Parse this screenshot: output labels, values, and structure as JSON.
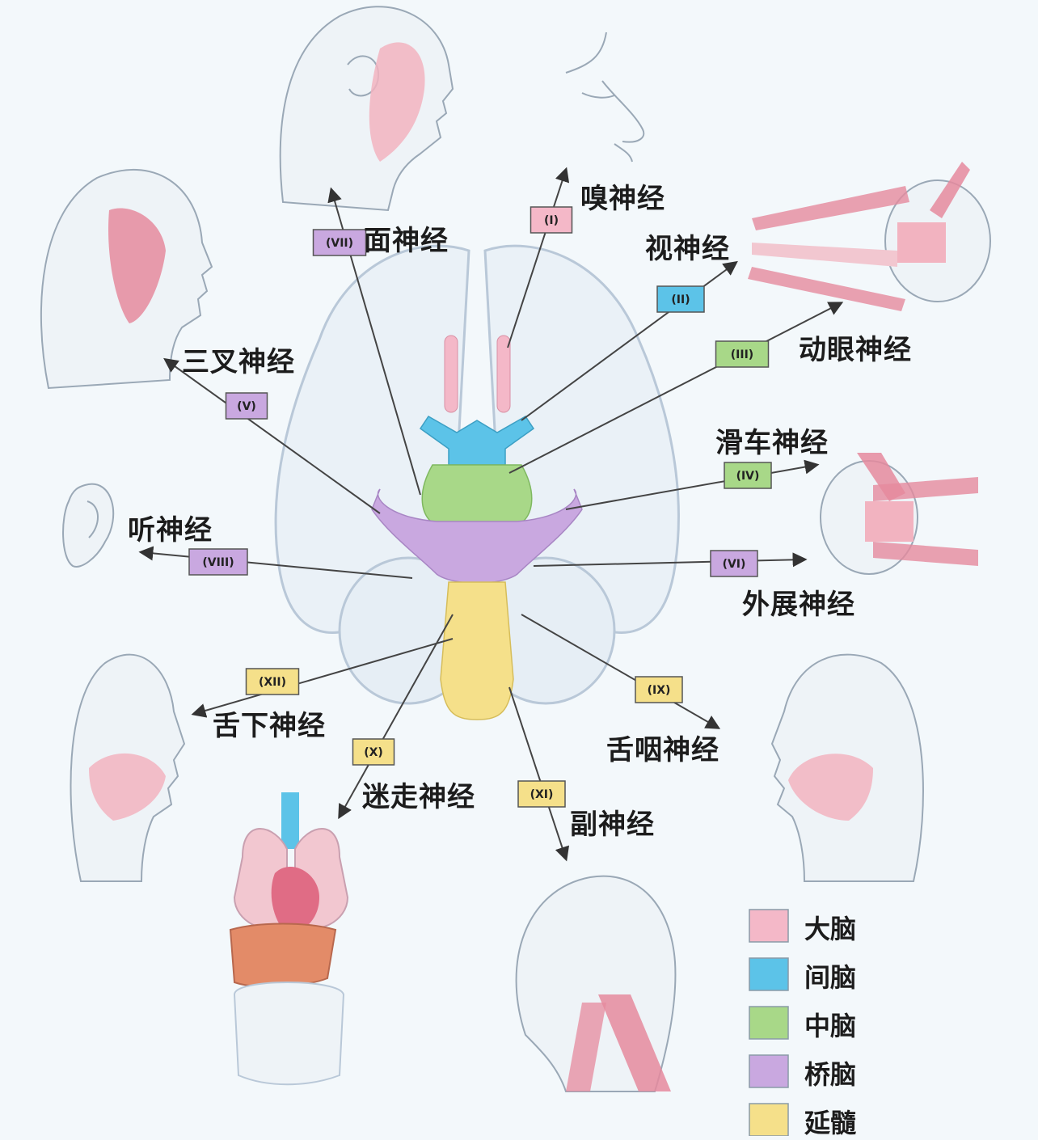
{
  "colors": {
    "cerebrum": "#f4b8c8",
    "diencephalon": "#5cc3e8",
    "midbrain": "#a8d888",
    "pons": "#c9a8e0",
    "medulla": "#f5e08a",
    "muscle": "#e58a9e",
    "brain_outline": "#b9c8d8"
  },
  "nerves": [
    {
      "id": "I",
      "tag": "(I)",
      "label": "嗅神经",
      "region": "cerebrum"
    },
    {
      "id": "II",
      "tag": "(II)",
      "label": "视神经",
      "region": "diencephalon"
    },
    {
      "id": "III",
      "tag": "(III)",
      "label": "动眼神经",
      "region": "midbrain"
    },
    {
      "id": "IV",
      "tag": "(IV)",
      "label": "滑车神经",
      "region": "midbrain"
    },
    {
      "id": "V",
      "tag": "(V)",
      "label": "三叉神经",
      "region": "pons"
    },
    {
      "id": "VI",
      "tag": "(VI)",
      "label": "外展神经",
      "region": "pons"
    },
    {
      "id": "VII",
      "tag": "(VII)",
      "label": "面神经",
      "region": "pons"
    },
    {
      "id": "VIII",
      "tag": "(VIII)",
      "label": "听神经",
      "region": "pons"
    },
    {
      "id": "IX",
      "tag": "(IX)",
      "label": "舌咽神经",
      "region": "medulla"
    },
    {
      "id": "X",
      "tag": "(X)",
      "label": "迷走神经",
      "region": "medulla"
    },
    {
      "id": "XI",
      "tag": "(XI)",
      "label": "副神经",
      "region": "medulla"
    },
    {
      "id": "XII",
      "tag": "(XII)",
      "label": "舌下神经",
      "region": "medulla"
    }
  ],
  "legend": [
    {
      "key": "cerebrum",
      "label": "大脑"
    },
    {
      "key": "diencephalon",
      "label": "间脑"
    },
    {
      "key": "midbrain",
      "label": "中脑"
    },
    {
      "key": "pons",
      "label": "桥脑"
    },
    {
      "key": "medulla",
      "label": "延髓"
    }
  ]
}
